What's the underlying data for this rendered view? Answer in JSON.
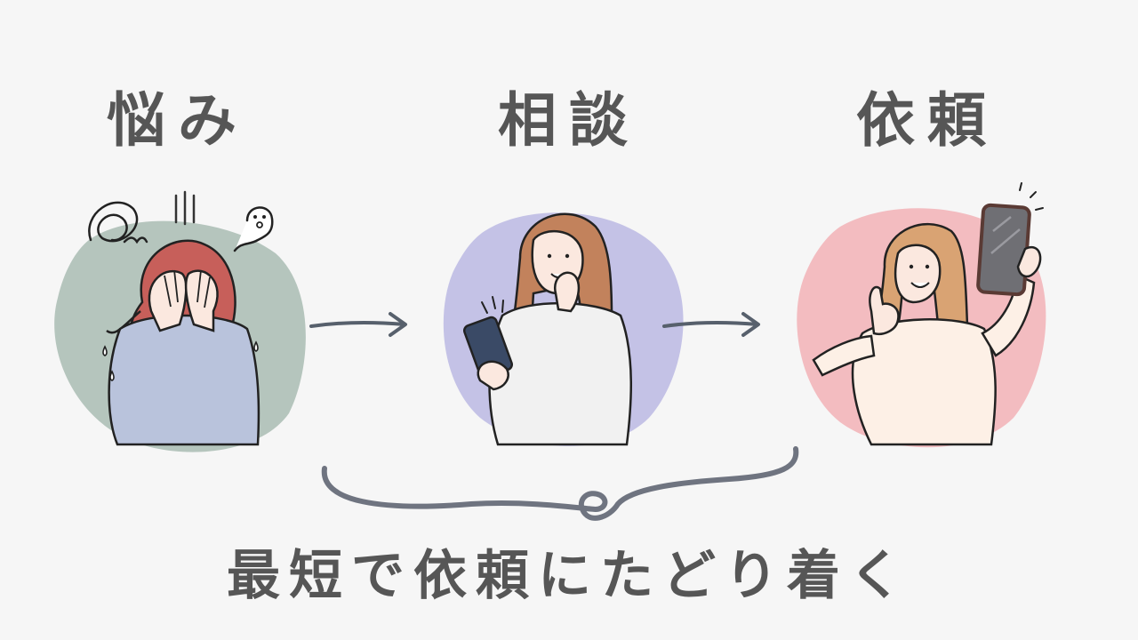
{
  "steps": [
    {
      "title": "悩み",
      "illustration_icon": "distressed-woman-icon",
      "blob_color": "#a9bcb3"
    },
    {
      "title": "相談",
      "illustration_icon": "woman-on-phone-icon",
      "blob_color": "#bbb8e3"
    },
    {
      "title": "依頼",
      "illustration_icon": "woman-thumbs-up-phone-icon",
      "blob_color": "#f2b1b6"
    }
  ],
  "caption": "最短で依頼にたどり着く",
  "colors": {
    "background": "#f6f6f6",
    "text": "#565656",
    "arrow": "#57606c",
    "swoosh": "#6f7480"
  }
}
